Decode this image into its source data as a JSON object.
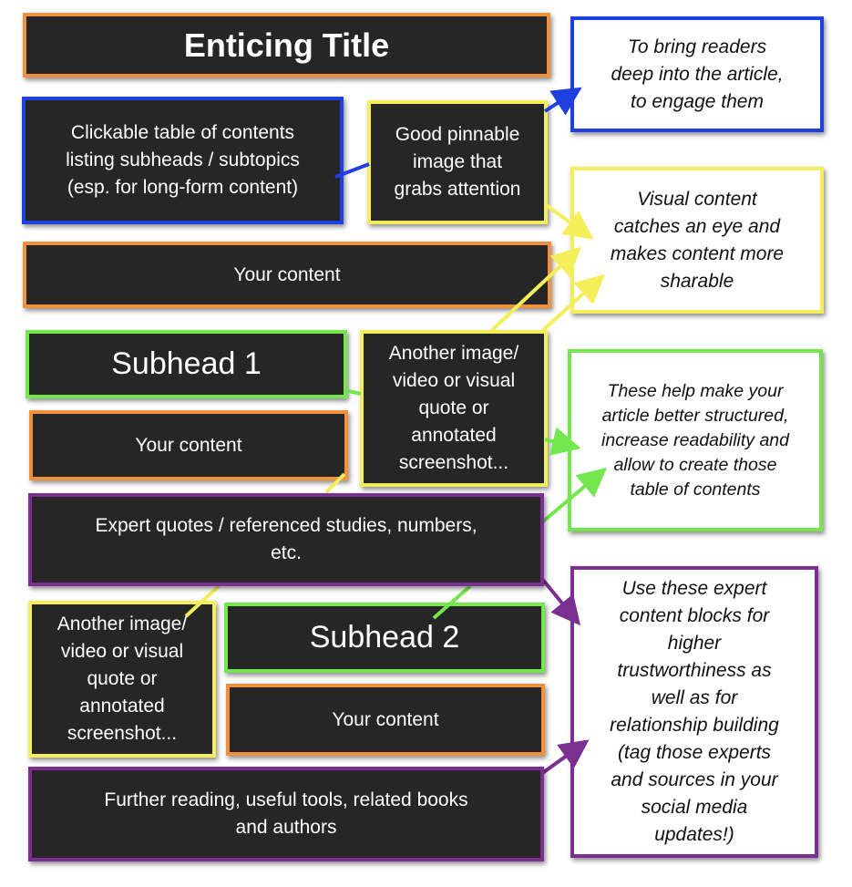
{
  "colors": {
    "orange": "#f0923a",
    "blue": "#1f3fe0",
    "yellow": "#f5ee5b",
    "green": "#74e64e",
    "purple": "#7b2f91",
    "dark": "#262626"
  },
  "blocks": {
    "title": "Enticing Title",
    "toc": "Clickable table of contents\nlisting subheads / subtopics\n(esp. for long-form content)",
    "pinnable_image": "Good pinnable\nimage that\ngrabs attention",
    "content_1": "Your content",
    "subhead_1": "Subhead 1",
    "content_2": "Your content",
    "image_2": "Another image/\nvideo  or visual\nquote or\nannotated\nscreenshot...",
    "expert_quotes": "Expert quotes / referenced studies, numbers,\netc.",
    "image_3": "Another image/\nvideo or visual\nquote or\nannotated\nscreenshot...",
    "subhead_2": "Subhead 2",
    "content_3": "Your content",
    "further_reading": "Further reading, useful tools, related books\nand authors"
  },
  "notes": {
    "engage": "To bring readers\ndeep into the article,\nto engage them",
    "visual": "Visual content\ncatches an eye and\nmakes content more\nsharable",
    "structure": "These help make your\narticle better structured,\nincrease readability and\nallow to create those\ntable of contents",
    "expert": "Use these expert\ncontent blocks for\nhigher\ntrustworthiness as\nwell as for\nrelationship building\n(tag those experts\nand sources in your\nsocial media\nupdates!)"
  }
}
